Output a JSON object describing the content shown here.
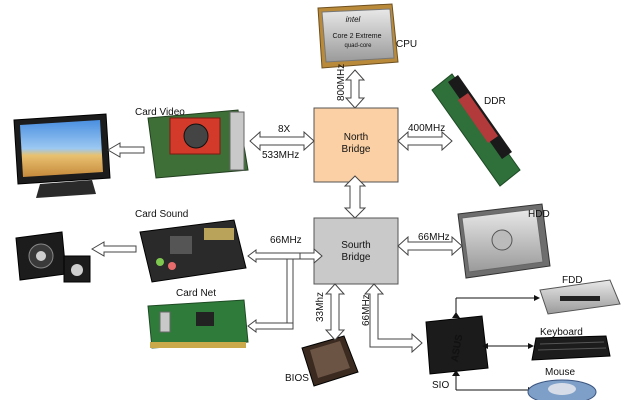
{
  "north_bridge": {
    "line1": "North",
    "line2": "Bridge"
  },
  "south_bridge": {
    "line1": "Sourth",
    "line2": "Bridge"
  },
  "labels": {
    "cpu": "CPU",
    "ddr": "DDR",
    "card_video": "Card Video",
    "card_sound": "Card Sound",
    "card_net": "Card Net",
    "hdd": "HDD",
    "fdd": "FDD",
    "keyboard": "Keyboard",
    "mouse": "Mouse",
    "bios": "BIOS",
    "sio": "SIO"
  },
  "speeds": {
    "cpu_bus": "800MHz",
    "ddr_bus": "400MHz",
    "agp_mult": "8X",
    "agp_clock": "533MHz",
    "pci_bus": "66MHz",
    "hdd_bus": "66MHz",
    "bios_bus": "33Mhz",
    "sio_bus": "66MHz"
  },
  "cpu_chip": {
    "brand": "intel",
    "line1": "Core 2 Extreme",
    "line2": "quad-core"
  },
  "sio_chip": {
    "brand": "ASUS"
  },
  "colors": {
    "north_bridge": "#fbd0a4",
    "south_bridge": "#c9c9c9",
    "arrow_fill": "#ffffff",
    "arrow_stroke": "#444444"
  }
}
